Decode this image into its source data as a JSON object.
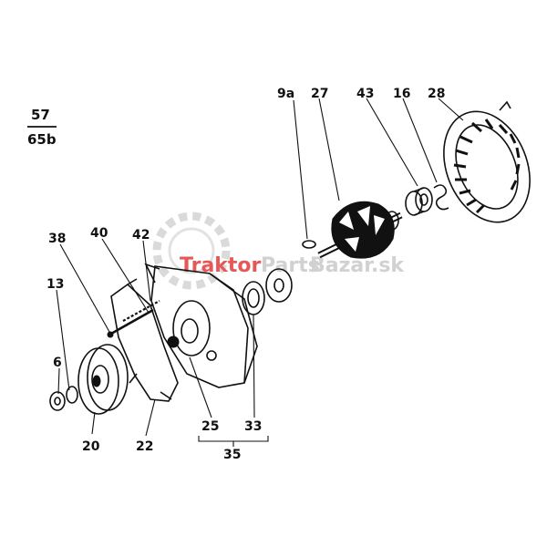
{
  "reference": {
    "numerator": "57",
    "denominator": "65b"
  },
  "watermark": {
    "brand_a": "Traktor",
    "brand_b": "Parts",
    "brand_c": "Bazar.sk",
    "color_red": "#e23b3b",
    "color_grey": "#c9c9c9"
  },
  "callouts": {
    "c9a": "9a",
    "c27": "27",
    "c43": "43",
    "c16": "16",
    "c28": "28",
    "c38": "38",
    "c40": "40",
    "c42": "42",
    "c13": "13",
    "c6": "6",
    "c20": "20",
    "c22": "22",
    "c25": "25",
    "c33": "33",
    "c35": "35"
  }
}
